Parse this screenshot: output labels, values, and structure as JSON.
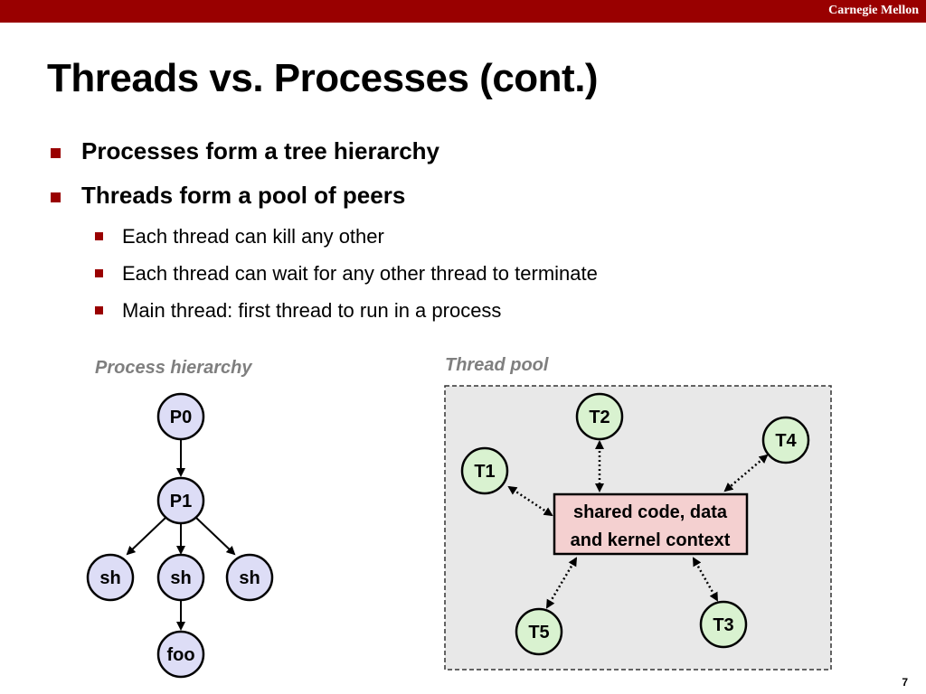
{
  "header": {
    "brand": "Carnegie Mellon"
  },
  "slide": {
    "title": "Threads vs. Processes (cont.)",
    "bullets": [
      {
        "text": "Processes form a tree hierarchy"
      },
      {
        "text": "Threads form a pool of peers",
        "sub": [
          {
            "text": "Each thread can kill any other"
          },
          {
            "text": "Each thread can wait for any other thread to terminate"
          },
          {
            "text": "Main thread: first thread to run in a process"
          }
        ]
      }
    ],
    "page_number": "7"
  },
  "process_hierarchy": {
    "caption": "Process hierarchy",
    "nodes": {
      "p0": "P0",
      "p1": "P1",
      "sh_left": "sh",
      "sh_mid": "sh",
      "sh_right": "sh",
      "foo": "foo"
    }
  },
  "thread_pool": {
    "caption": "Thread pool",
    "threads": {
      "t1": "T1",
      "t2": "T2",
      "t3": "T3",
      "t4": "T4",
      "t5": "T5"
    },
    "shared_box": {
      "line1": "shared code, data",
      "line2": "and kernel context"
    }
  },
  "colors": {
    "accent": "#990000",
    "process_node_fill": "#ddddf6",
    "thread_node_fill": "#d9f2d0",
    "shared_box_fill": "#f4d0d0",
    "pool_background": "#e8e8e8",
    "caption_gray": "#7f7f7f"
  }
}
